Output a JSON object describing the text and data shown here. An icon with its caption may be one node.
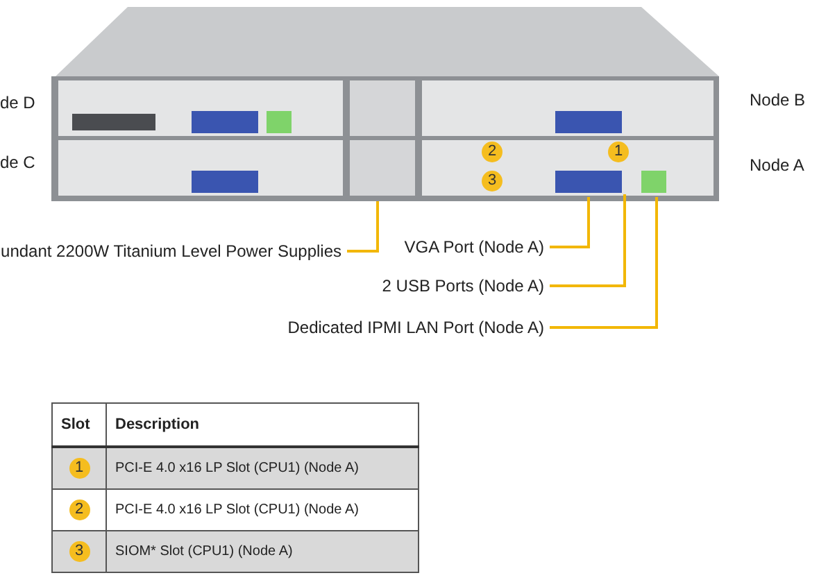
{
  "diagram": {
    "nodes": [
      {
        "text": [
          "undant 2200W Titanium Level Power Supplies"
        ]
      },
      {
        "text": [
          "VGA Port (Node A)"
        ]
      },
      {
        "text": [
          "2 USB Ports (Node A)"
        ]
      },
      {
        "text": [
          "Dedicated IPMI LAN Port (Node A)"
        ]
      }
    ],
    "edges": [
      {
        "from": 0,
        "to": null,
        "arrow": "none"
      },
      {
        "from": 1,
        "to": null,
        "arrow": "none"
      },
      {
        "from": 2,
        "to": null,
        "arrow": "none"
      },
      {
        "from": 3,
        "to": null,
        "arrow": "none"
      }
    ],
    "labels": [
      "de D",
      "Node B",
      "2",
      "1",
      "de C",
      "3",
      "Node A",
      "Slot",
      "Description",
      "1",
      "PCI-E 4.0 x16 LP Slot (CPU1) (Node A)",
      "2",
      "PCI-E 4.0 x16 LP Slot (CPU1) (Node A)",
      "3",
      "SIOM* Slot (CPU1) (Node A)"
    ]
  }
}
